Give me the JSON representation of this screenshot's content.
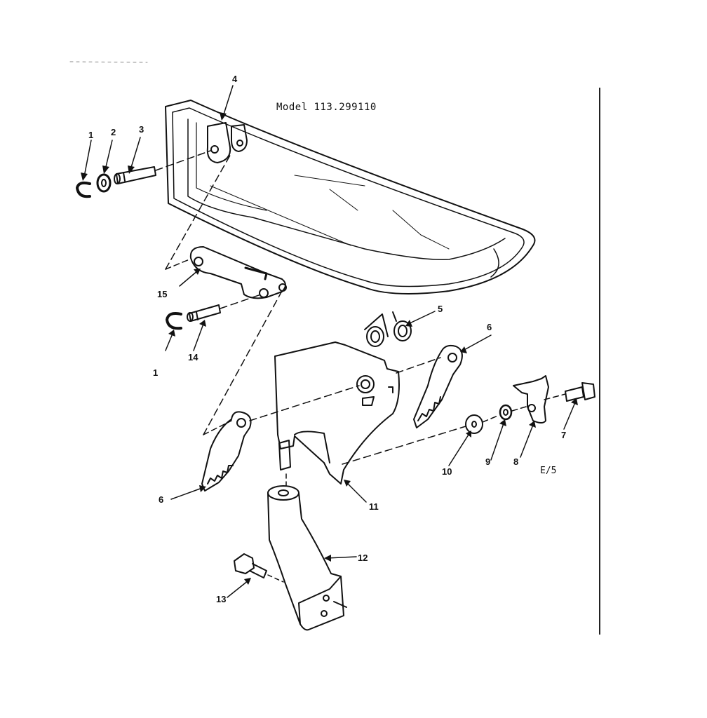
{
  "title": "Model 113.299110",
  "drawing_code": "E/5",
  "callouts": {
    "c1a": "1",
    "c2": "2",
    "c3": "3",
    "c4": "4",
    "c15": "15",
    "c1b": "1",
    "c14": "14",
    "c5": "5",
    "c6a": "6",
    "c6b": "6",
    "c7": "7",
    "c8": "8",
    "c9": "9",
    "c10": "10",
    "c11": "11",
    "c12": "12",
    "c13": "13"
  }
}
